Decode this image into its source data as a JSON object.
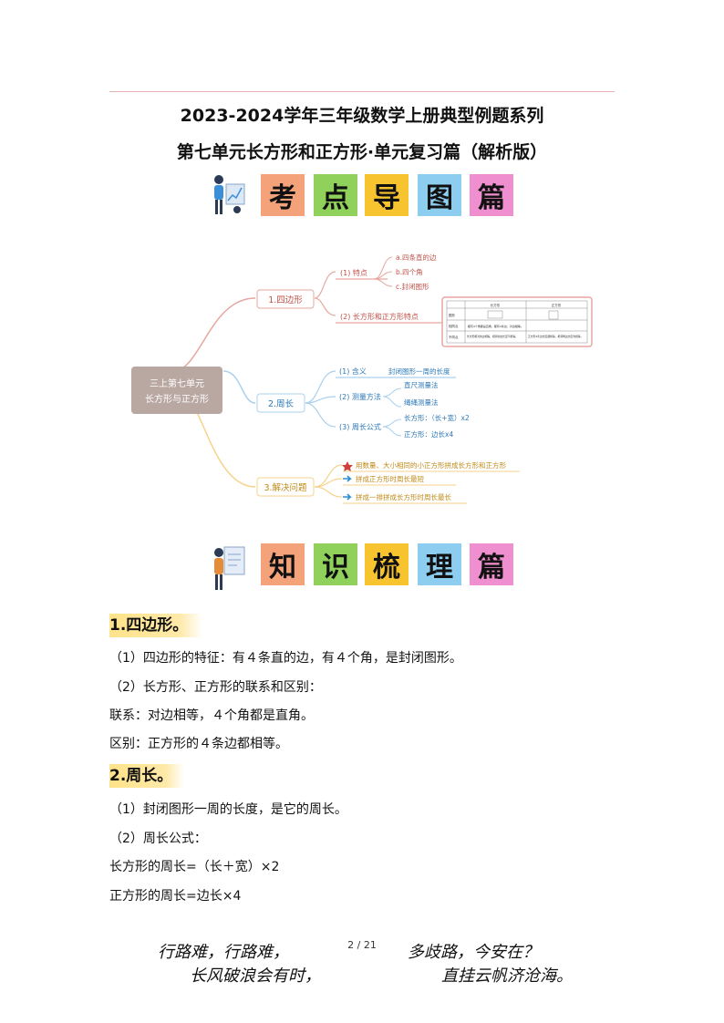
{
  "header": {
    "title_line1": "2023-2024学年三年级数学上册典型例题系列",
    "title_line2": "第七单元长方形和正方形·单元复习篇（解析版）"
  },
  "banner1": {
    "chars": [
      "考",
      "点",
      "导",
      "图",
      "篇"
    ],
    "colors": [
      "#f4a27a",
      "#8fd15a",
      "#f7c430",
      "#8ccdf0",
      "#f08fd0"
    ]
  },
  "banner2": {
    "chars": [
      "知",
      "识",
      "梳",
      "理",
      "篇"
    ],
    "colors": [
      "#f4a27a",
      "#8fd15a",
      "#f7c430",
      "#8ccdf0",
      "#f08fd0"
    ]
  },
  "mindmap": {
    "root": [
      "三上第七单元",
      "长方形与正方形"
    ],
    "branch1": {
      "label": "1.四边形",
      "sub1": "(1) 特点",
      "sub1_items": [
        "a.四条直的边",
        "b.四个角",
        "c.封闭图形"
      ],
      "sub2": "(2) 长方形和正方形特点",
      "table": {
        "headers": [
          "长方形",
          "正方形"
        ],
        "rows": [
          [
            "图形",
            "",
            ""
          ],
          [
            "相同点",
            "都有4个角都是直角，都有4条边，对边相等。",
            ""
          ],
          [
            "不同点",
            "长方形相对的边相等，相邻的边长度不相等。",
            "正方形4条边长度都相等，相邻两边长度也相等。"
          ]
        ]
      }
    },
    "branch2": {
      "label": "2.周长",
      "sub1": "(1) 含义",
      "sub1_item": "封闭图形一周的长度",
      "sub2": "(2) 测量方法",
      "sub2_items": [
        "直尺测量法",
        "绳绳测量法"
      ],
      "sub3": "(3) 周长公式",
      "sub3_items": [
        "长方形：（长+宽）x2",
        "正方形：边长x4"
      ]
    },
    "branch3": {
      "label": "3.解决问题",
      "items": [
        "用数量、大小相同的小正方形拼成长方形和正方形",
        "拼成正方形时周长最短",
        "拼成一排拼成长方形时周长最长"
      ]
    }
  },
  "section1": {
    "heading": "1.四边形。",
    "lines": [
      "（1）四边形的特征：有４条直的边，有４个角，是封闭图形。",
      "（2）长方形、正方形的联系和区别：",
      "联系：对边相等，４个角都是直角。",
      "区别：正方形的４条边都相等。"
    ]
  },
  "section2": {
    "heading": "2.周长。",
    "lines": [
      "（1）封闭图形一周的长度，是它的周长。",
      "（2）周长公式：",
      "长方形的周长=（长＋宽）×2",
      "正方形的周长=边长×4"
    ]
  },
  "footer": {
    "page": "2 / 21",
    "poem_l1": "行路难，行路难，",
    "poem_r1": "多歧路，今安在？",
    "poem_l2": "长风破浪会有时，",
    "poem_r2": "直挂云帆济沧海。"
  }
}
